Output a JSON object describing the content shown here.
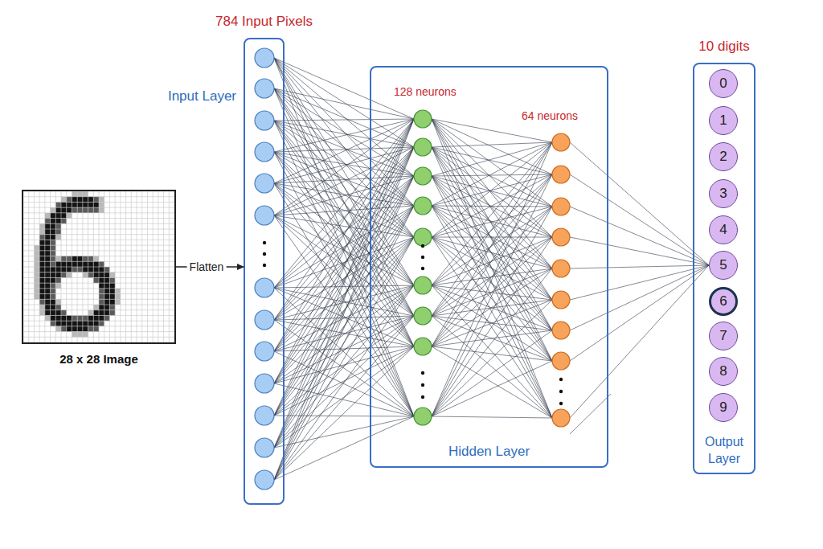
{
  "diagram": {
    "nodes": [
      {
        "text": [
          "28 x 28 Image"
        ]
      },
      {
        "text": [
          "784 Input Pixels",
          "Input Layer"
        ]
      },
      {
        "text": [
          "128 neurons",
          "64 neurons",
          "Hidden Layer"
        ]
      },
      {
        "text": [
          "10 digits",
          "Output Layer"
        ]
      },
      {
        "text": [
          "0"
        ],
        "in": 3
      },
      {
        "text": [
          "1"
        ],
        "in": 3
      },
      {
        "text": [
          "2"
        ],
        "in": 3
      },
      {
        "text": [
          "3"
        ],
        "in": 3
      },
      {
        "text": [
          "4"
        ],
        "in": 3
      },
      {
        "text": [
          "5"
        ],
        "in": 3
      },
      {
        "text": [
          "6"
        ],
        "in": 3
      },
      {
        "text": [
          "7"
        ],
        "in": 3
      },
      {
        "text": [
          "8"
        ],
        "in": 3
      },
      {
        "text": [
          "9"
        ],
        "in": 3
      }
    ],
    "edges": [
      {
        "from": 0,
        "to": 1,
        "label": "Flatten",
        "arrow": "to"
      }
    ]
  }
}
